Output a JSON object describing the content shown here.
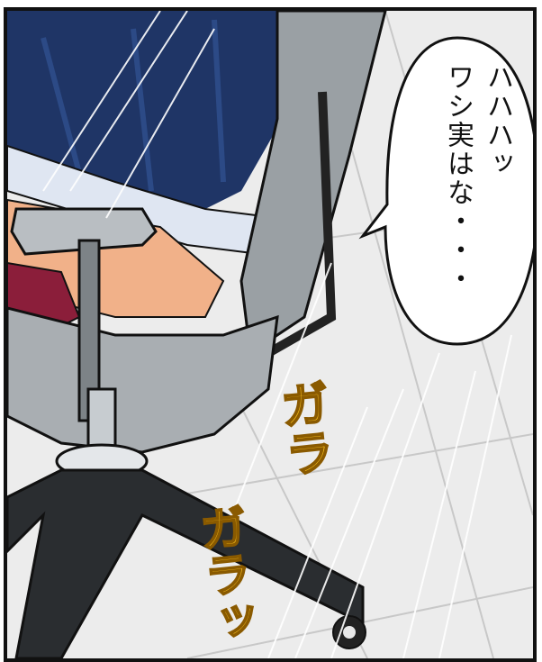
{
  "speech_bubble": {
    "text": "ハハハッ\nワシ実はな・・・"
  },
  "sound_effects": [
    {
      "text": "ガラ"
    },
    {
      "text": "ガラッ"
    }
  ],
  "colors": {
    "jacket": "#1f3566",
    "chair": "#9aa0a4",
    "floor": "#ececec",
    "sfx": "#f0b81c",
    "lining": "#8b1e3a"
  }
}
